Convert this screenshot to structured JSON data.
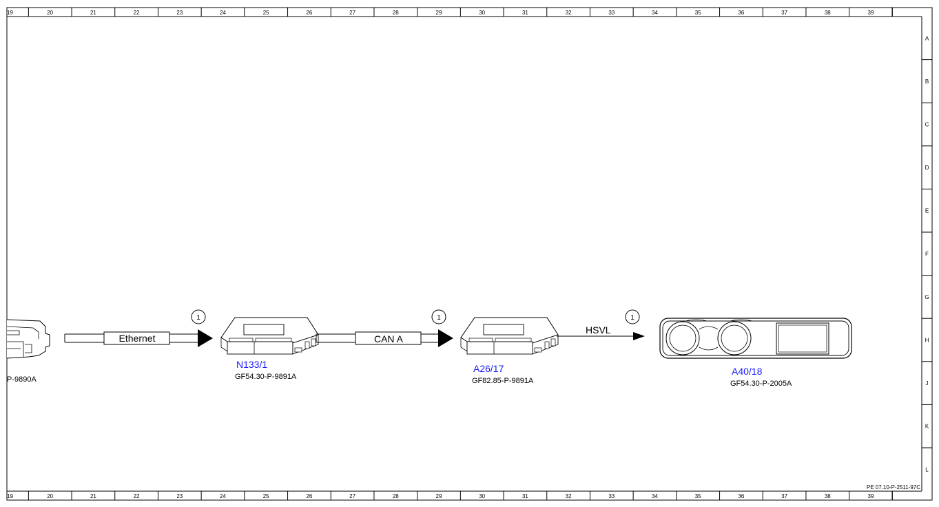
{
  "grid": {
    "columns": [
      "19",
      "20",
      "21",
      "22",
      "23",
      "24",
      "25",
      "26",
      "27",
      "28",
      "29",
      "30",
      "31",
      "32",
      "33",
      "34",
      "35",
      "36",
      "37",
      "38",
      "39"
    ],
    "rows": [
      "A",
      "B",
      "C",
      "D",
      "E",
      "F",
      "G",
      "H",
      "J",
      "K",
      "L"
    ]
  },
  "partial_component": {
    "ref": "P-9890A"
  },
  "components": [
    {
      "code": "N133/1",
      "ref": "GF54.30-P-9891A"
    },
    {
      "code": "A26/17",
      "ref": "GF82.85-P-9891A"
    },
    {
      "code": "A40/18",
      "ref": "GF54.30-P-2005A"
    }
  ],
  "connections": [
    {
      "label": "Ethernet",
      "marker": "1"
    },
    {
      "label": "CAN A",
      "marker": "1"
    },
    {
      "label": "HSVL",
      "marker": "1"
    }
  ],
  "sheet_id": "PE 07.10-P-2511-97C"
}
